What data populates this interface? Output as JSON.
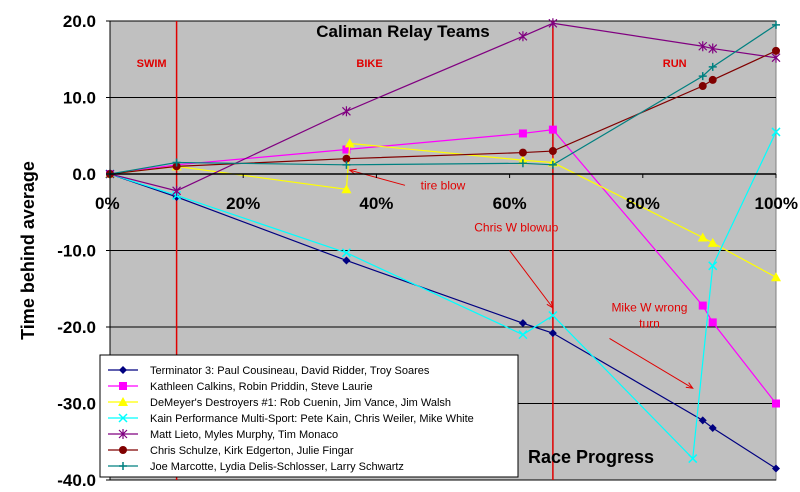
{
  "chart_data": {
    "type": "line",
    "title": "Caliman Relay Teams",
    "xlabel": "Race Progress",
    "ylabel": "Time behind average",
    "xlim": [
      0,
      1
    ],
    "ylim": [
      -40,
      20
    ],
    "xticks": [
      "0%",
      "20%",
      "40%",
      "60%",
      "80%",
      "100%"
    ],
    "yticks": [
      "20.0",
      "10.0",
      "0.0",
      "-10.0",
      "-20.0",
      "-30.0",
      "-40.0"
    ],
    "grid": "horizontal",
    "plot_background": "#c0c0c0",
    "legend_position": "bottom-left",
    "phase_lines": [
      0.1,
      0.665
    ],
    "phase_line_color": "#e00000",
    "phase_labels": [
      {
        "text": "SWIM",
        "x": 0.04,
        "y": 14
      },
      {
        "text": "BIKE",
        "x": 0.37,
        "y": 14
      },
      {
        "text": "RUN",
        "x": 0.83,
        "y": 14
      }
    ],
    "annotations": [
      {
        "lines": [
          "tire blow"
        ],
        "x": 0.5,
        "y": -2,
        "arrow_to": [
          0.36,
          0.5
        ]
      },
      {
        "lines": [
          "Chris W blowup"
        ],
        "x": 0.61,
        "y": -7.5,
        "arrow_from": [
          0.6,
          -10
        ],
        "arrow_to": [
          0.665,
          -17.5
        ]
      },
      {
        "lines": [
          "Mike W wrong",
          "turn"
        ],
        "x": 0.81,
        "y": -18,
        "arrow_from": [
          0.75,
          -21.5
        ],
        "arrow_to": [
          0.875,
          -28
        ]
      }
    ],
    "series": [
      {
        "name": "Terminator 3: Paul Cousineau, David Ridder, Troy Soares",
        "color": "#000080",
        "marker": "diamond",
        "x": [
          0,
          0.1,
          0.355,
          0.62,
          0.665,
          0.89,
          0.905,
          1.0
        ],
        "y": [
          0,
          -3,
          -11.3,
          -19.5,
          -20.8,
          -32.2,
          -33.2,
          -38.5
        ]
      },
      {
        "name": "Kathleen Calkins, Robin Priddin, Steve Laurie",
        "color": "#ff00ff",
        "marker": "square",
        "x": [
          0,
          0.1,
          0.355,
          0.62,
          0.665,
          0.89,
          0.905,
          1.0
        ],
        "y": [
          0,
          1.2,
          3.2,
          5.3,
          5.8,
          -17.2,
          -19.4,
          -30
        ],
        "marker_indices": [
          0,
          2,
          3,
          4,
          5,
          6,
          7
        ]
      },
      {
        "name": "DeMeyer's Destroyers #1: Rob Cuenin, Jim Vance, Jim Walsh",
        "color": "#ffff00",
        "marker": "triangle",
        "x": [
          0,
          0.1,
          0.355,
          0.36,
          0.62,
          0.665,
          0.89,
          0.905,
          1.0
        ],
        "y": [
          0,
          1.0,
          -2.0,
          4.0,
          1.8,
          1.5,
          -8.3,
          -9.0,
          -13.5
        ]
      },
      {
        "name": "Kain Performance Multi-Sport: Pete Kain, Chris Weiler, Mike White",
        "color": "#00ffff",
        "marker": "x",
        "x": [
          0,
          0.1,
          0.355,
          0.62,
          0.665,
          0.875,
          0.905,
          1.0
        ],
        "y": [
          0,
          -2.8,
          -10.3,
          -21,
          -18.5,
          -37.2,
          -12,
          5.5
        ]
      },
      {
        "name": "Matt Lieto, Myles Murphy, Tim Monaco",
        "color": "#800080",
        "marker": "star",
        "x": [
          0,
          0.1,
          0.355,
          0.62,
          0.665,
          0.89,
          0.905,
          1.0
        ],
        "y": [
          0,
          -2.2,
          8.2,
          18.0,
          19.7,
          16.7,
          16.4,
          15.2
        ]
      },
      {
        "name": "Chris Schulze, Kirk Edgerton, Julie Fingar",
        "color": "#800000",
        "marker": "circle",
        "x": [
          0,
          0.1,
          0.355,
          0.62,
          0.665,
          0.89,
          0.905,
          1.0
        ],
        "y": [
          0,
          1.0,
          2.0,
          2.8,
          3.0,
          11.5,
          12.3,
          16.1
        ]
      },
      {
        "name": "Joe Marcotte, Lydia Delis-Schlosser, Larry Schwartz",
        "color": "#008080",
        "marker": "plus",
        "x": [
          0,
          0.1,
          0.355,
          0.62,
          0.665,
          0.89,
          0.905,
          1.0
        ],
        "y": [
          0,
          1.5,
          1.2,
          1.4,
          1.2,
          12.8,
          14.0,
          19.5
        ]
      }
    ]
  }
}
